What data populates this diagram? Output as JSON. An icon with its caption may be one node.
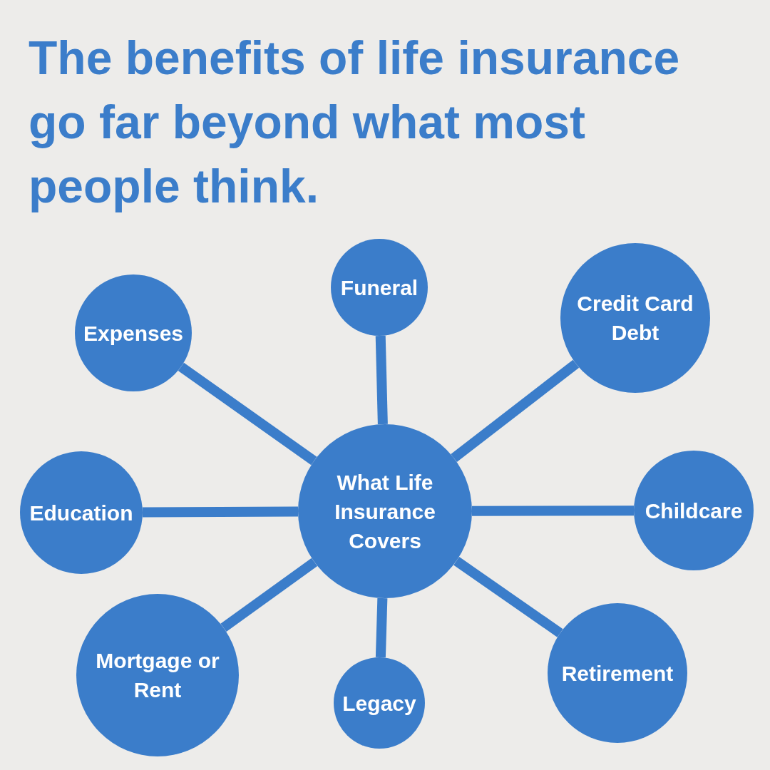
{
  "diagram": {
    "title": "The benefits of life insurance go far beyond what most people think.",
    "nodes": [
      {
        "text": [
          "Funeral"
        ]
      },
      {
        "text": [
          "Credit Card Debt"
        ]
      },
      {
        "text": [
          "Expenses"
        ]
      },
      {
        "text": [
          "What Life Insurance Covers"
        ]
      },
      {
        "text": [
          "Education"
        ]
      },
      {
        "text": [
          "Childcare"
        ]
      },
      {
        "text": [
          "Mortgage or Rent"
        ]
      },
      {
        "text": [
          "Retirement"
        ]
      },
      {
        "text": [
          "Legacy"
        ]
      }
    ],
    "edges": [
      {
        "from": 3,
        "to": 0,
        "arrow": "none"
      },
      {
        "from": 3,
        "to": 1,
        "arrow": "none"
      },
      {
        "from": 3,
        "to": 2,
        "arrow": "none"
      },
      {
        "from": 3,
        "to": 4,
        "arrow": "none"
      },
      {
        "from": 3,
        "to": 5,
        "arrow": "none"
      },
      {
        "from": 3,
        "to": 6,
        "arrow": "none"
      },
      {
        "from": 3,
        "to": 7,
        "arrow": "none"
      },
      {
        "from": 3,
        "to": 8,
        "arrow": "none"
      }
    ]
  }
}
